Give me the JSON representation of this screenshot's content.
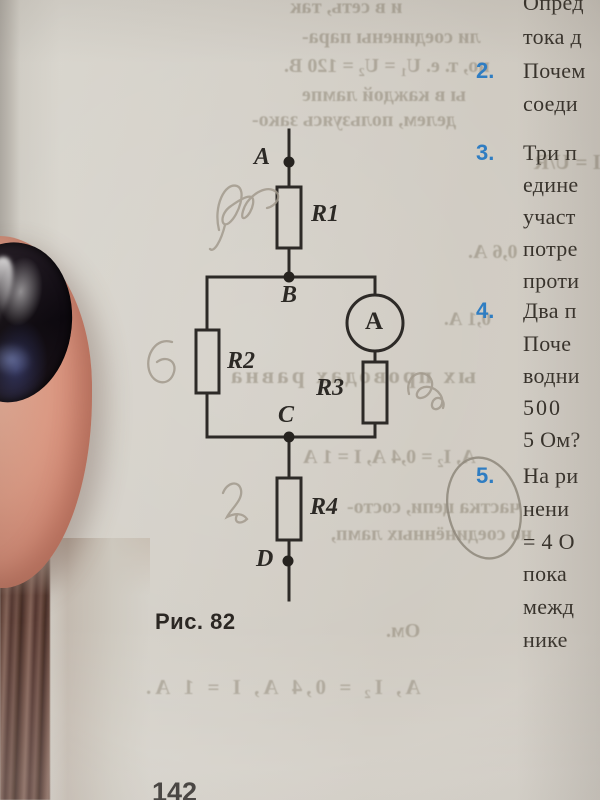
{
  "figure": {
    "caption": "Рис. 82",
    "node_a": "A",
    "node_b": "B",
    "node_c": "C",
    "node_d": "D",
    "r1": "R1",
    "r2": "R2",
    "r3": "R3",
    "r4": "R4",
    "ammeter": "A"
  },
  "questions": {
    "intro_lines": [
      "Опред",
      "тока д"
    ],
    "items": [
      {
        "number": "2.",
        "lines": [
          "Почем",
          "соеди"
        ]
      },
      {
        "number": "3.",
        "lines": [
          "Три п",
          "едине",
          "участ",
          "потре",
          "проти"
        ]
      },
      {
        "number": "4.",
        "lines": [
          "Два п",
          "Поче",
          "водни",
          "500",
          "5 Ом?"
        ]
      },
      {
        "number": "5.",
        "lines": [
          "На ри",
          "нени",
          "= 4 О",
          "пока",
          "межд",
          "нике"
        ]
      }
    ]
  },
  "page": {
    "number": "142"
  },
  "showthrough_lines": [
    "и в сеть, так",
    "ли соединены пара-",
    "но, т. е. U₁ = U₂ = 120 В.",
    "ы в каждой лампе",
    "делем, пользуясь зако-",
    "I = U/R",
    "0,6 А.",
    "0,1 А.",
    "ых проводах равна",
    "А, I₂ = 0,4 А, I = 1 А",
    "частка цепи, состо-",
    "но соединённых ламп,",
    "Ом.",
    "А, I₂ = 0,4 А, I = 1 А."
  ],
  "colors": {
    "question_number": "#2f7dc2",
    "ink": "#37322b",
    "wire": "#2d2a27",
    "pencil": "#a29a8d"
  }
}
